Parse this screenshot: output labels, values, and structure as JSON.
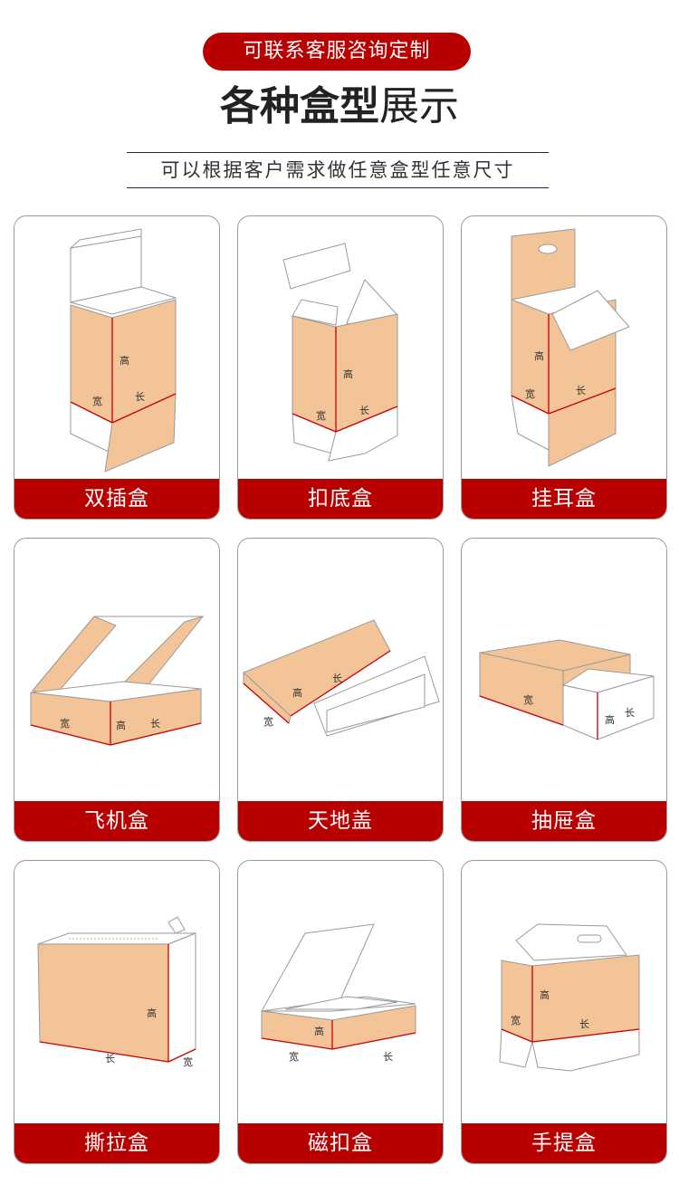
{
  "header": {
    "pill": "可联系客服咨询定制",
    "title_bold": "各种盒型",
    "title_light": "展示",
    "subtitle": "可以根据客户需求做任意盒型任意尺寸"
  },
  "dim_labels": {
    "height": "高",
    "width": "宽",
    "length": "长"
  },
  "colors": {
    "accent": "#b90000",
    "kraft": "#f2c497",
    "outline": "#9a9a9a"
  },
  "boxes": [
    {
      "label": "双插盒",
      "icon": "double-tuck-box-icon"
    },
    {
      "label": "扣底盒",
      "icon": "lock-bottom-box-icon"
    },
    {
      "label": "挂耳盒",
      "icon": "hanger-box-icon"
    },
    {
      "label": "飞机盒",
      "icon": "mailer-box-icon"
    },
    {
      "label": "天地盖",
      "icon": "lid-base-box-icon"
    },
    {
      "label": "抽屉盒",
      "icon": "drawer-box-icon"
    },
    {
      "label": "撕拉盒",
      "icon": "tear-strip-box-icon"
    },
    {
      "label": "磁扣盒",
      "icon": "magnetic-box-icon"
    },
    {
      "label": "手提盒",
      "icon": "handle-box-icon"
    }
  ]
}
